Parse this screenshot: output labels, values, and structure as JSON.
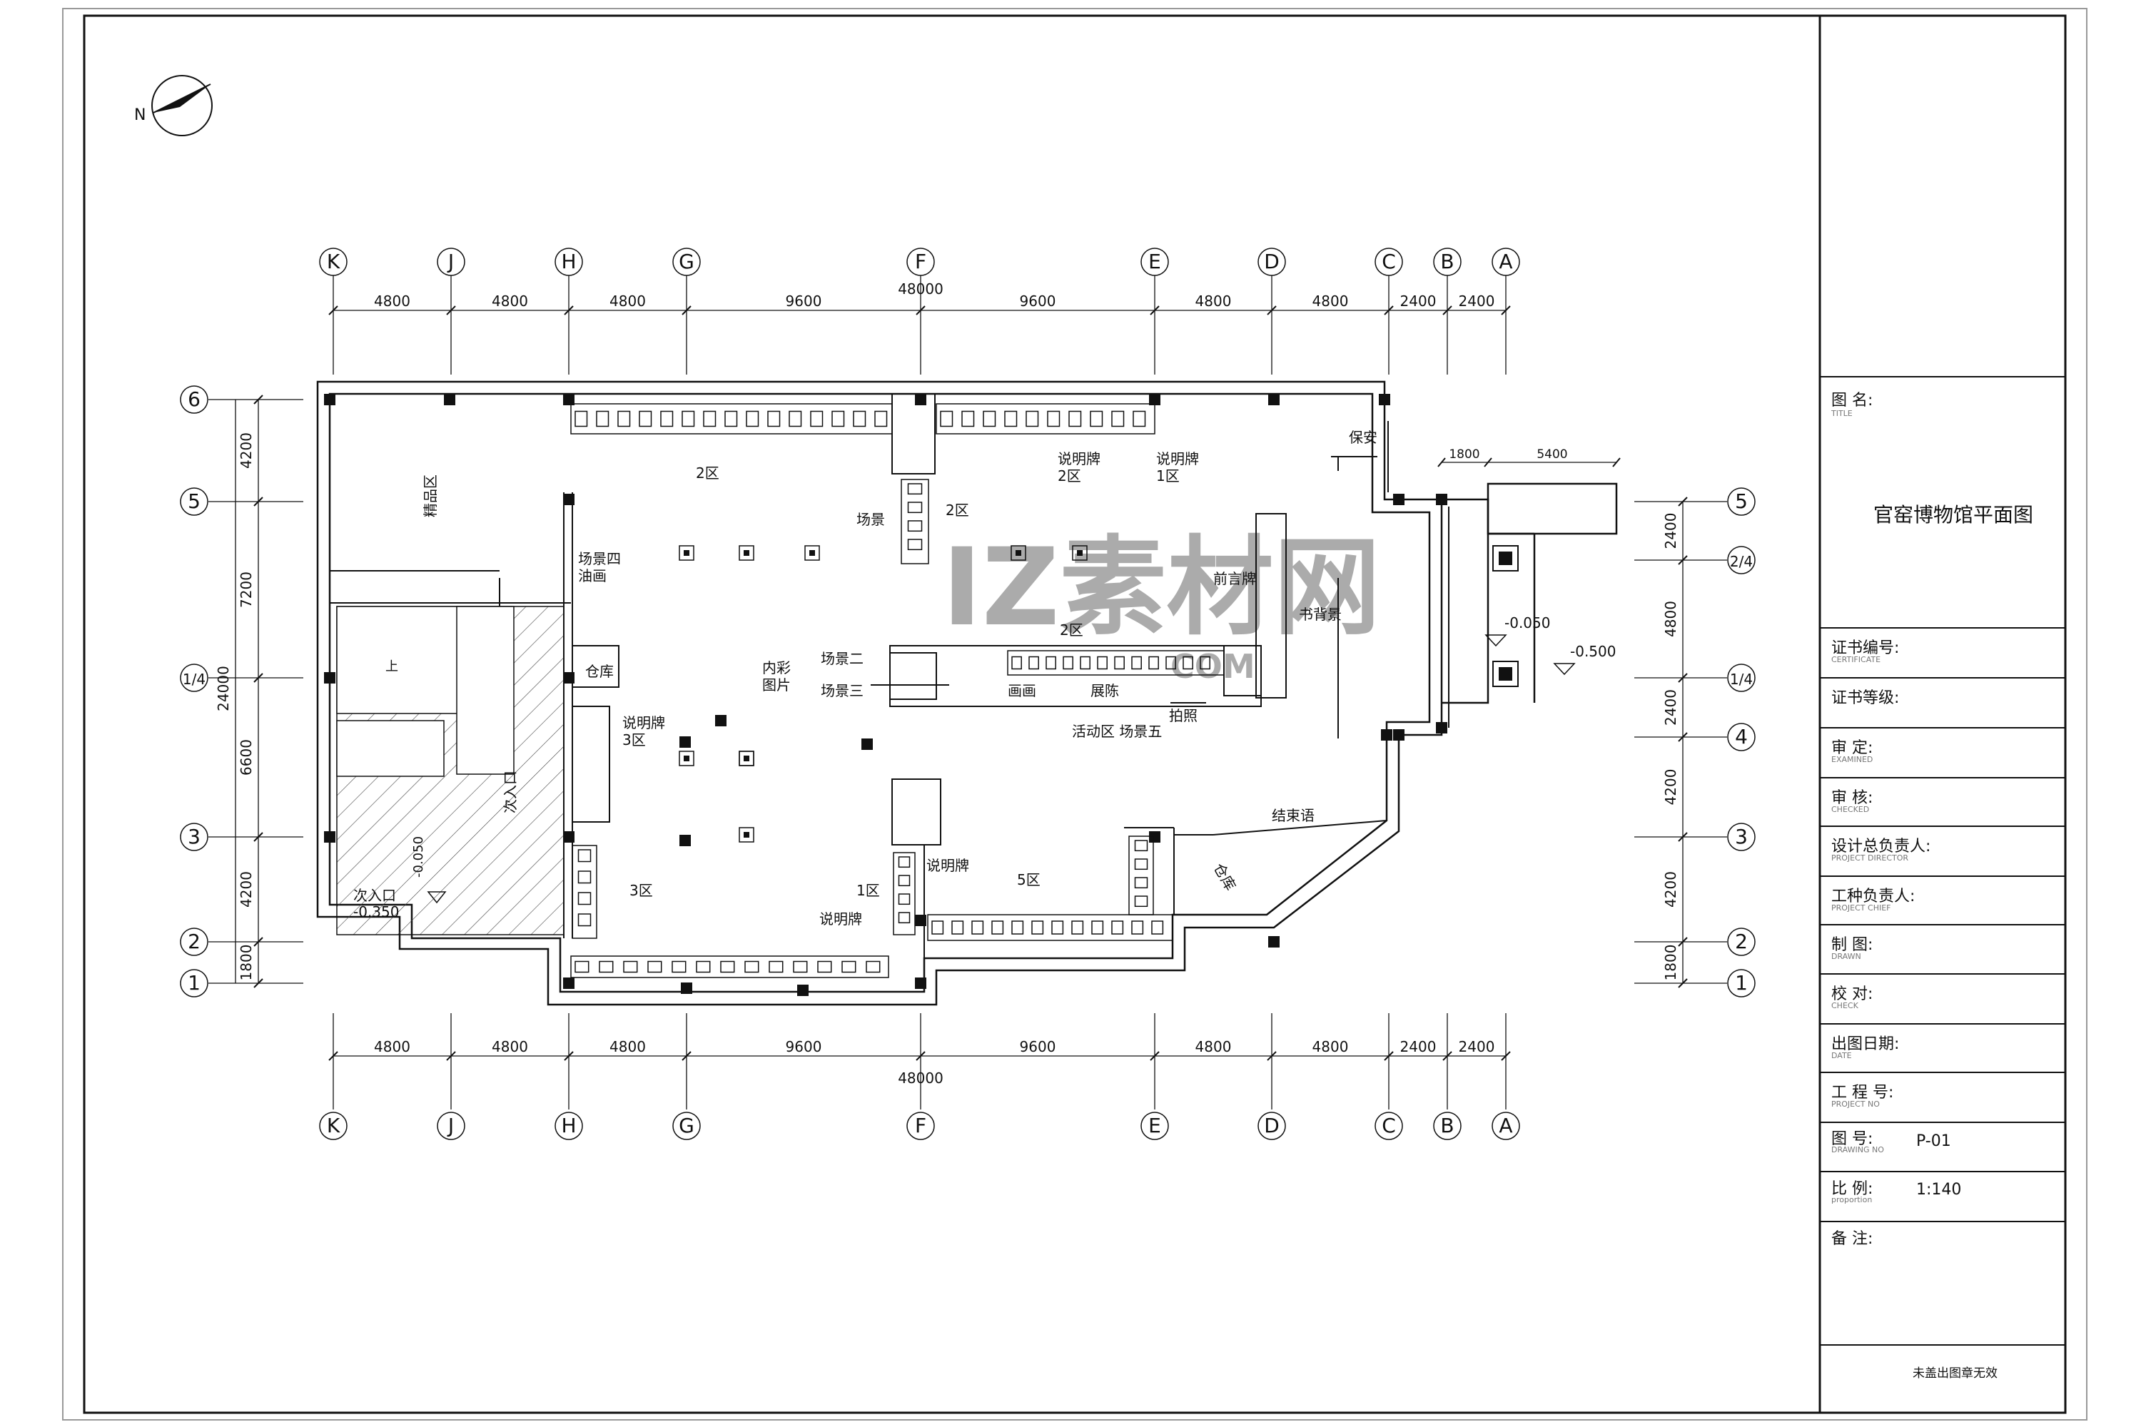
{
  "drawing": {
    "north_label": "N",
    "total_dim": "48000",
    "dims_x": [
      "4800",
      "4800",
      "4800",
      "9600",
      "9600",
      "4800",
      "4800",
      "2400",
      "2400"
    ],
    "grid_cols": [
      "K",
      "J",
      "H",
      "G",
      "F",
      "E",
      "D",
      "C",
      "B",
      "A"
    ],
    "grid_rows_left": [
      "6",
      "5",
      "1/4",
      "3",
      "2",
      "1"
    ],
    "grid_rows_right": [
      "5",
      "2/4",
      "1/4",
      "4",
      "3",
      "2",
      "1"
    ],
    "dims_y_left": [
      "4200",
      "7200",
      "6600",
      "4200",
      "1800"
    ],
    "total_dim_y": "24000",
    "dims_y_right": [
      "2400",
      "4800",
      "2400",
      "4200",
      "4200",
      "1800"
    ],
    "entrance_dims": [
      "1800",
      "5400"
    ],
    "labels": {
      "jingpin": "精品区",
      "cangku": "仓库",
      "changjing_si": "场景四\n油画",
      "shuomingpai_3qu": "说明牌\n3区",
      "qu3": "3区",
      "qu1": "1区",
      "shuomingpai_bottom": "说明牌",
      "shuomingpai_bottom2": "说明牌",
      "qu5": "5区",
      "qu2_top": "2区",
      "changjing": "场景",
      "qu2_mid": "2区",
      "shuomingpai_2qu": "说明牌\n2区",
      "shuomingpai_1qu": "说明牌\n1区",
      "baoan": "保安",
      "qianyanpai": "前言牌",
      "shubeijing": "书背景",
      "neicai": "内彩\n图片",
      "changjing_er": "场景二",
      "changjing_san": "场景三",
      "huahua": "画画",
      "zhangshi": "展陈",
      "huodongqu": "活动区 场景五",
      "paizhao": "拍照",
      "qu2_center": "2区",
      "jieshuyu": "结束语",
      "cangku2": "仓库",
      "ciru": "次入口",
      "elev_1": "-0.350",
      "elev_2": "-0.050",
      "elev_3": "-0.050",
      "elev_4": "-0.500",
      "ciru_v": "次入口",
      "shang": "上"
    },
    "watermark_main": "IZ素材网",
    "watermark_sub": "COM"
  },
  "title_block": {
    "drawing_name_label": "图 名:",
    "drawing_name_sub": "TITLE",
    "drawing_title": "官窑博物馆平面图",
    "rows": [
      {
        "label": "证书编号:",
        "sub": "CERTIFICATE"
      },
      {
        "label": "证书等级:",
        "sub": ""
      },
      {
        "label": "审    定:",
        "sub": "EXAMINED"
      },
      {
        "label": "审    核:",
        "sub": "CHECKED"
      },
      {
        "label": "设计总负责人:",
        "sub": "PROJECT DIRECTOR"
      },
      {
        "label": "工种负责人:",
        "sub": "PROJECT CHIEF"
      },
      {
        "label": "制    图:",
        "sub": "DRAWN"
      },
      {
        "label": "校    对:",
        "sub": "CHECK"
      },
      {
        "label": "出图日期:",
        "sub": "DATE"
      },
      {
        "label": "工 程 号:",
        "sub": "PROJECT NO"
      }
    ],
    "sheet_no_label": "图    号:",
    "sheet_no_sub": "DRAWING NO",
    "sheet_no": "P-01",
    "scale_label": "比    例:",
    "scale_sub": "proportion",
    "scale": "1:140",
    "remark_label": "备 注:",
    "stamp_note": "未盖出图章无效"
  }
}
